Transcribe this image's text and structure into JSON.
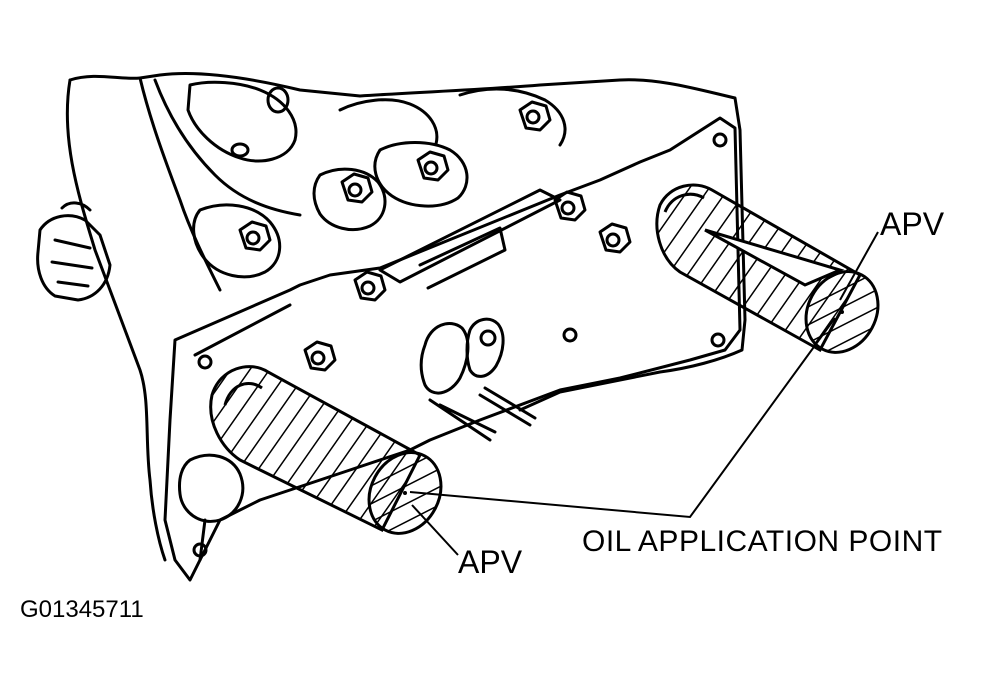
{
  "labels": {
    "apv_top": "APV",
    "apv_bottom": "APV",
    "oil_application_point": "OIL APPLICATION POINT",
    "figure_id": "G01345711"
  },
  "colors": {
    "ink": "#000000",
    "paper": "#ffffff"
  }
}
